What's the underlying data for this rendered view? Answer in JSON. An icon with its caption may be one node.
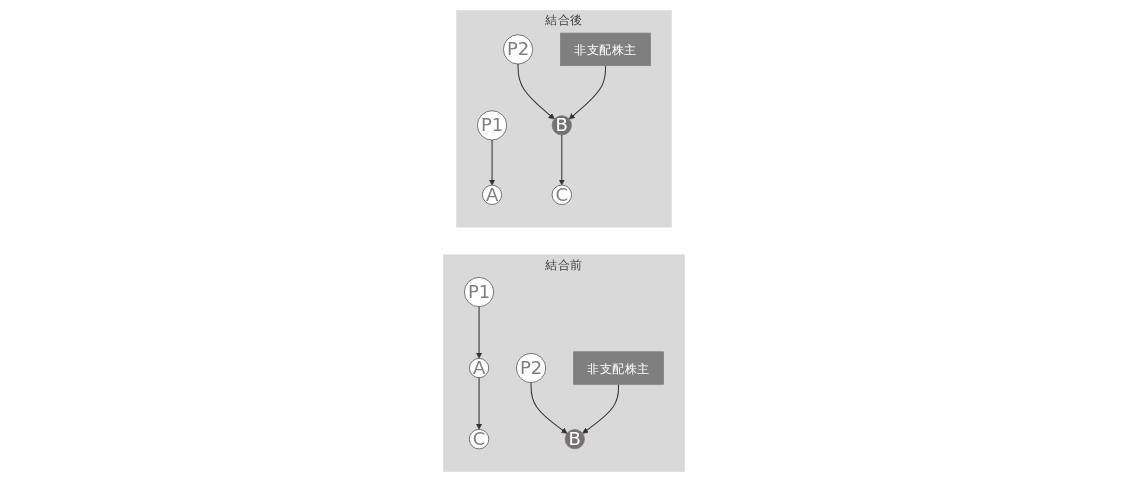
{
  "diagram": {
    "nodes": [
      {
        "text": [
          "結合前"
        ]
      },
      {
        "text": [
          "P1"
        ],
        "in": 0
      },
      {
        "text": [
          "P2"
        ],
        "in": 0
      },
      {
        "text": [
          "非支配株主"
        ],
        "in": 0
      },
      {
        "text": [
          "A"
        ],
        "in": 0
      },
      {
        "text": [
          "B"
        ],
        "in": 0
      },
      {
        "text": [
          "C"
        ],
        "in": 0
      },
      {
        "text": [
          "結合後"
        ]
      },
      {
        "text": [
          "P1"
        ],
        "in": 7
      },
      {
        "text": [
          "P2"
        ],
        "in": 7
      },
      {
        "text": [
          "非支配株主"
        ],
        "in": 7
      },
      {
        "text": [
          "A"
        ],
        "in": 7
      },
      {
        "text": [
          "B"
        ],
        "in": 7
      },
      {
        "text": [
          "C"
        ],
        "in": 7
      }
    ],
    "edges": [
      {
        "from": 1,
        "to": 4,
        "arrow": "to"
      },
      {
        "from": 4,
        "to": 6,
        "arrow": "to"
      },
      {
        "from": 2,
        "to": 5,
        "arrow": "to"
      },
      {
        "from": 3,
        "to": 5,
        "arrow": "to"
      },
      {
        "from": 8,
        "to": 11,
        "arrow": "to"
      },
      {
        "from": 9,
        "to": 12,
        "arrow": "to"
      },
      {
        "from": 10,
        "to": 12,
        "arrow": "to"
      },
      {
        "from": 12,
        "to": 13,
        "arrow": "to"
      }
    ]
  }
}
